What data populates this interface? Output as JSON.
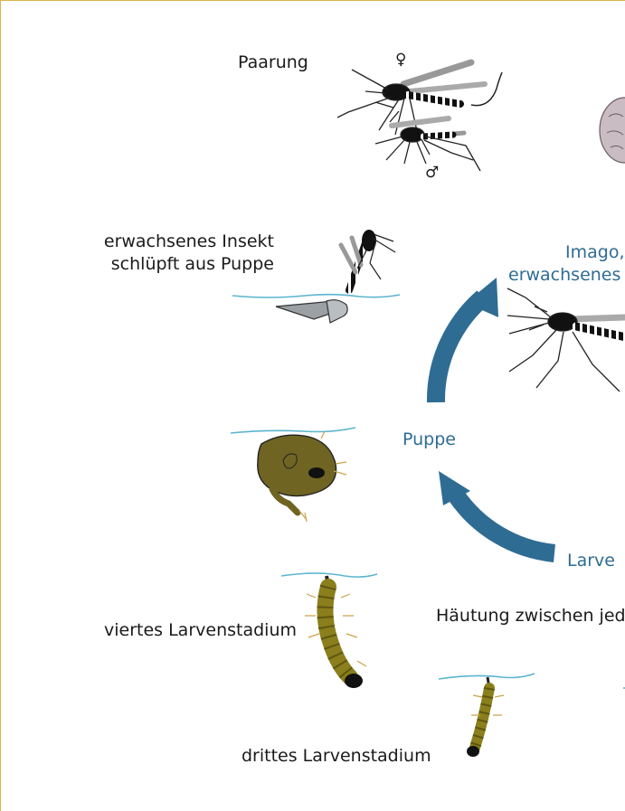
{
  "colors": {
    "frame": "#d9b64a",
    "cycle_arrow": "#2f6c93",
    "stage_label": "#2f6c93",
    "water": "#5ab4d0",
    "larva_body": "#8a7f1c",
    "pupa_body": "#6f6422",
    "egg": "#c9bcc2"
  },
  "labels": {
    "mating": "Paarung",
    "emergence_line1": "erwachsenes Insekt",
    "emergence_line2": "schlüpft aus Puppe",
    "fourth_instar": "viertes Larvenstadium",
    "third_instar": "drittes Larvenstadium",
    "molting": "Häutung zwischen jed",
    "female_symbol": "♀",
    "male_symbol": "♂"
  },
  "cycle": {
    "imago_line1": "Imago,",
    "imago_line2": "erwachsenes",
    "pupa": "Puppe",
    "larva": "Larve"
  },
  "icons": {
    "mating": "mating-mosquitoes-icon",
    "emerging": "emerging-mosquito-icon",
    "adult": "adult-mosquito-icon",
    "pupa": "pupa-icon",
    "larva": "larva-icon",
    "egg": "egg-raft-icon"
  }
}
